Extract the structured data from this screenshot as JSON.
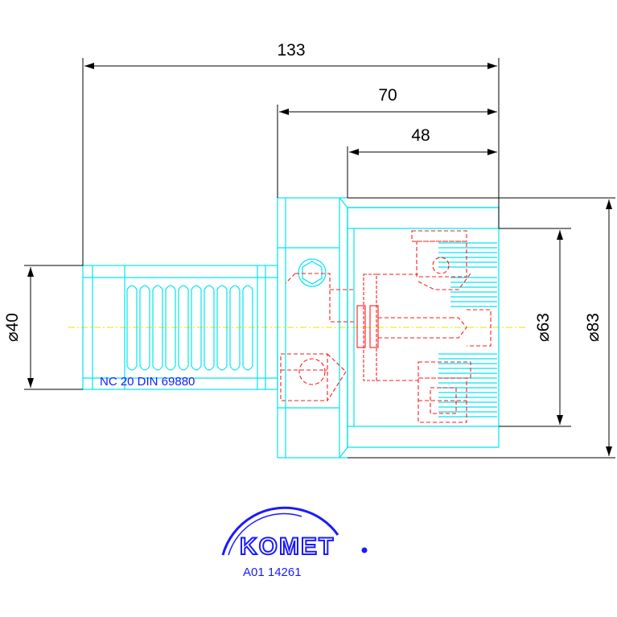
{
  "dimensions": {
    "overall_length": "133",
    "length_70": "70",
    "length_48": "48",
    "dia_40": "⌀40",
    "dia_63": "⌀63",
    "dia_83": "⌀83"
  },
  "labels": {
    "thread_spec": "NC 20 DIN 69880",
    "logo": "KOMET",
    "article_number": "A01 14261"
  },
  "colors": {
    "outline": "#00e5ee",
    "hidden": "#ff1a1a",
    "dimension": "#000000",
    "text_blue": "#1a1aff",
    "centerline": "#e6e600"
  }
}
